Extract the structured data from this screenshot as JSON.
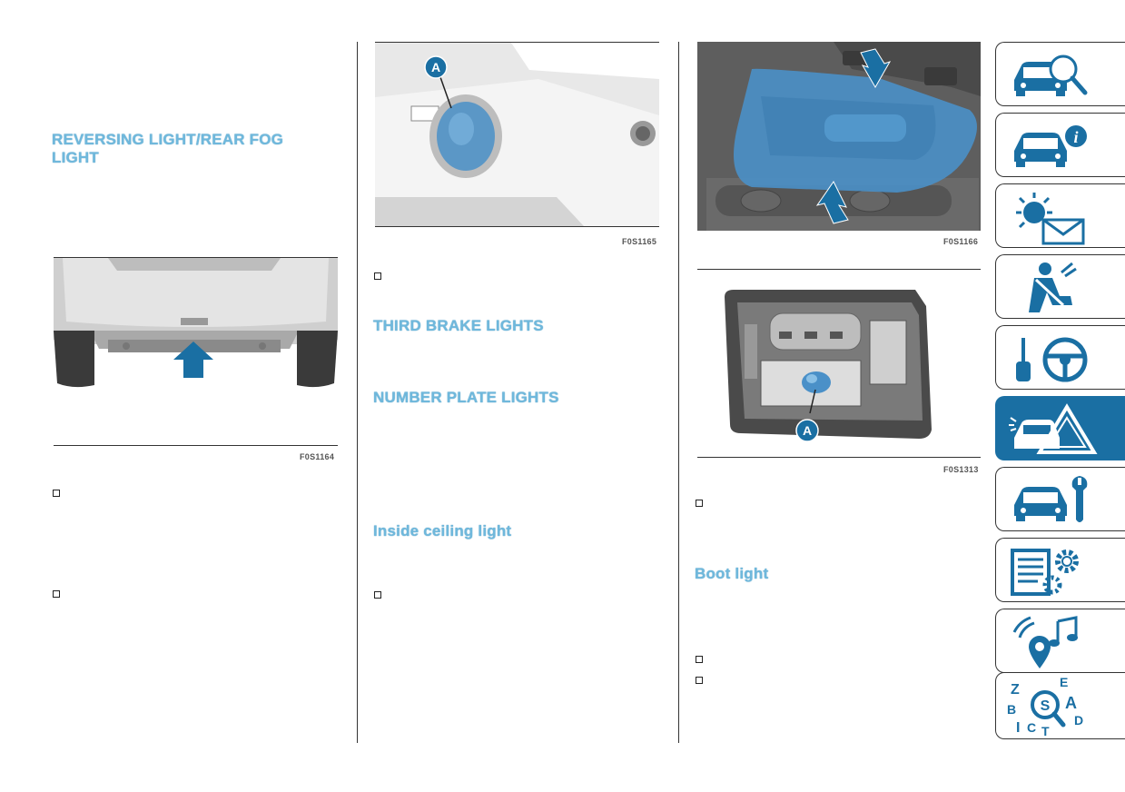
{
  "col1": {
    "heading": "REVERSING LIGHT/REAR FOG LIGHT",
    "figure_code": "F0S1164"
  },
  "col2": {
    "figure_code": "F0S1165",
    "callout_a": "A",
    "heading_third_brake": "THIRD BRAKE LIGHTS",
    "heading_number_plate": "NUMBER PLATE LIGHTS",
    "heading_ceiling": "Inside ceiling light"
  },
  "col3": {
    "figure_code_top": "F0S1166",
    "figure_code_bottom": "F0S1313",
    "callout_a": "A",
    "heading_boot": "Boot light"
  },
  "sidebar": {
    "tabs": [
      {
        "name": "knowing-your-car",
        "icon": "car-magnifier-icon"
      },
      {
        "name": "getting-to-know-instrument-panel",
        "icon": "car-info-icon"
      },
      {
        "name": "lights-and-messages",
        "icon": "warning-light-envelope-icon"
      },
      {
        "name": "safety",
        "icon": "seatbelt-person-icon"
      },
      {
        "name": "starting-and-driving",
        "icon": "key-steering-wheel-icon"
      },
      {
        "name": "in-an-emergency",
        "icon": "car-warning-triangle-icon",
        "active": true
      },
      {
        "name": "servicing-and-maintenance",
        "icon": "car-wrench-icon"
      },
      {
        "name": "technical-specifications",
        "icon": "list-gears-icon"
      },
      {
        "name": "multimedia",
        "icon": "signal-music-icon"
      },
      {
        "name": "index",
        "icon": "alphabet-magnifier-icon"
      }
    ]
  },
  "colors": {
    "heading": "#6fb8dc",
    "accent_blue": "#1a6fa3",
    "highlight_blue": "#4a90c8"
  }
}
